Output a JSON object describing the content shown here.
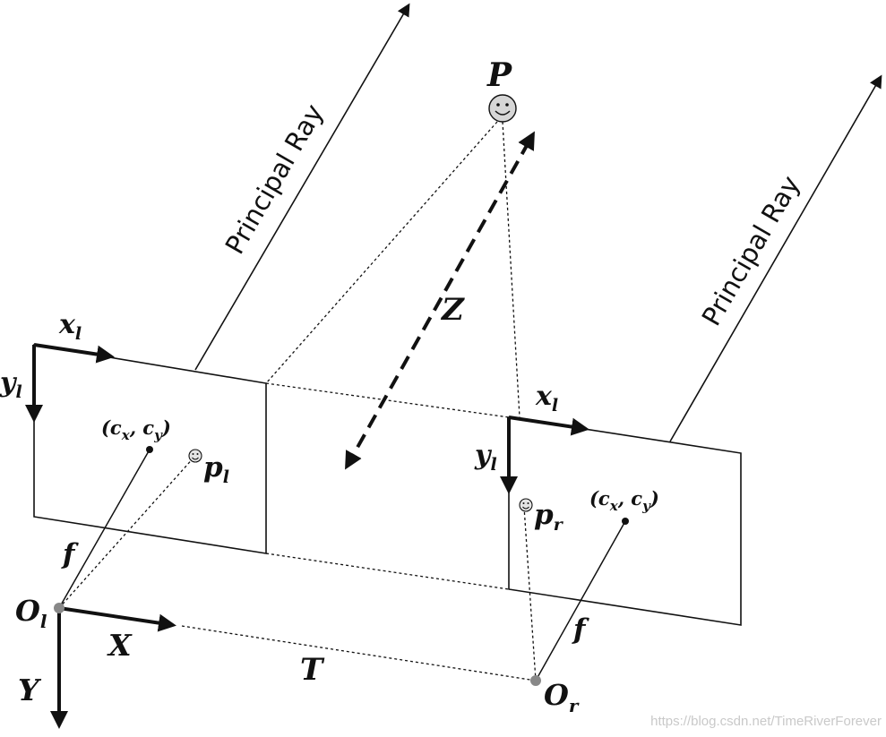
{
  "diagram": {
    "left_camera": {
      "principal_ray_label": "Principal Ray",
      "x_axis_label": "x",
      "x_axis_subscript": "l",
      "y_axis_label": "y",
      "y_axis_subscript": "l",
      "center_label": "(c",
      "center_label_x_subscript": "x",
      "center_label_mid": ", c",
      "center_label_y_subscript": "y",
      "center_label_end": ")",
      "image_point_label": "p",
      "image_point_subscript": "l",
      "focal_label": "f",
      "origin_label": "O",
      "origin_subscript": "l",
      "world_x_label": "X",
      "world_y_label": "Y"
    },
    "right_camera": {
      "principal_ray_label": "Principal Ray",
      "x_axis_label": "x",
      "x_axis_subscript": "l",
      "y_axis_label": "y",
      "y_axis_subscript": "l",
      "center_label": "(c",
      "center_label_x_subscript": "x",
      "center_label_mid": ", c",
      "center_label_y_subscript": "y",
      "center_label_end": ")",
      "image_point_label": "p",
      "image_point_subscript": "r",
      "focal_label": "f",
      "origin_label": "O",
      "origin_subscript": "r"
    },
    "scene_point_label": "P",
    "depth_label": "Z",
    "baseline_label": "T",
    "watermark": "https://blog.csdn.net/TimeRiverForever",
    "colors": {
      "ink": "#111111",
      "origin_dot": "#888888",
      "smiley_fill": "#d6d6d6",
      "watermark": "#c9c9c9"
    }
  }
}
